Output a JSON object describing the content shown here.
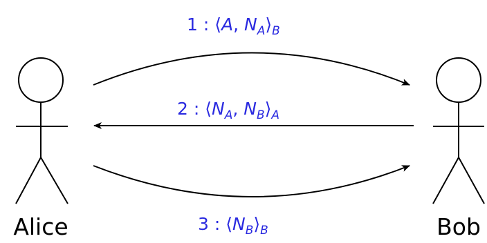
{
  "actors": {
    "left": {
      "name": "Alice"
    },
    "right": {
      "name": "Bob"
    }
  },
  "messages": [
    {
      "step": "1",
      "direction": "Alice→Bob",
      "label": "1 : ⟨A, N_A⟩_B"
    },
    {
      "step": "2",
      "direction": "Bob→Alice",
      "label": "2 : ⟨N_A, N_B⟩_A"
    },
    {
      "step": "3",
      "direction": "Alice→Bob",
      "label": "3 : ⟨N_B⟩_B"
    }
  ],
  "colors": {
    "message_text": "#2a2ae0",
    "lines": "#000000"
  },
  "text": {
    "msg1": {
      "num": "1",
      "sep": " : ",
      "open": "⟨",
      "a": "A",
      "comma": ", ",
      "n": "N",
      "nsub": "A",
      "close": "⟩",
      "sub": "B"
    },
    "msg2": {
      "num": "2",
      "sep": " : ",
      "open": "⟨",
      "n1": "N",
      "n1sub": "A",
      "comma": ", ",
      "n2": "N",
      "n2sub": "B",
      "close": "⟩",
      "sub": "A"
    },
    "msg3": {
      "num": "3",
      "sep": " : ",
      "open": "⟨",
      "n": "N",
      "nsub": "B",
      "close": "⟩",
      "sub": "B"
    }
  }
}
